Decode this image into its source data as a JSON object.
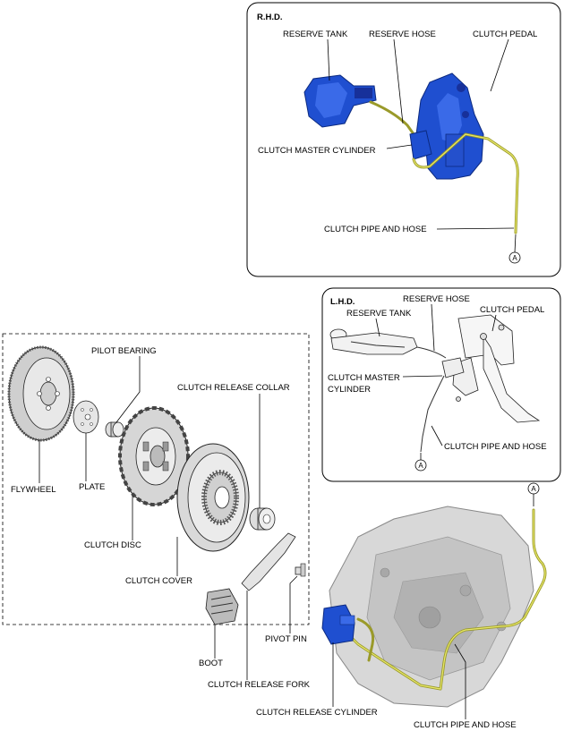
{
  "rhd": {
    "header": "R.H.D.",
    "reserve_tank": "RESERVE TANK",
    "reserve_hose": "RESERVE HOSE",
    "clutch_pedal": "CLUTCH PEDAL",
    "clutch_master_cylinder": "CLUTCH MASTER CYLINDER",
    "clutch_pipe_and_hose": "CLUTCH PIPE AND HOSE",
    "ref_a": "A"
  },
  "lhd": {
    "header": "L.H.D.",
    "reserve_hose": "RESERVE HOSE",
    "reserve_tank": "RESERVE TANK",
    "clutch_pedal": "CLUTCH PEDAL",
    "clutch_master_line1": "CLUTCH MASTER",
    "clutch_master_line2": "CYLINDER",
    "clutch_pipe_and_hose": "CLUTCH PIPE AND HOSE",
    "ref_a": "A"
  },
  "parts": {
    "pilot_bearing": "PILOT BEARING",
    "clutch_release_collar": "CLUTCH RELEASE COLLAR",
    "flywheel": "FLYWHEEL",
    "plate": "PLATE",
    "clutch_disc": "CLUTCH DISC",
    "clutch_cover": "CLUTCH COVER",
    "boot": "BOOT",
    "pivot_pin": "PIVOT PIN",
    "clutch_release_fork": "CLUTCH RELEASE FORK"
  },
  "transmission": {
    "ref_a": "A",
    "clutch_release_cylinder": "CLUTCH RELEASE CYLINDER",
    "clutch_pipe_and_hose": "CLUTCH PIPE AND HOSE"
  },
  "colors": {
    "part_blue": "#1f4fd0",
    "pipe_yellow": "#c8c84a",
    "housing_gray": "#d8d8d8"
  }
}
